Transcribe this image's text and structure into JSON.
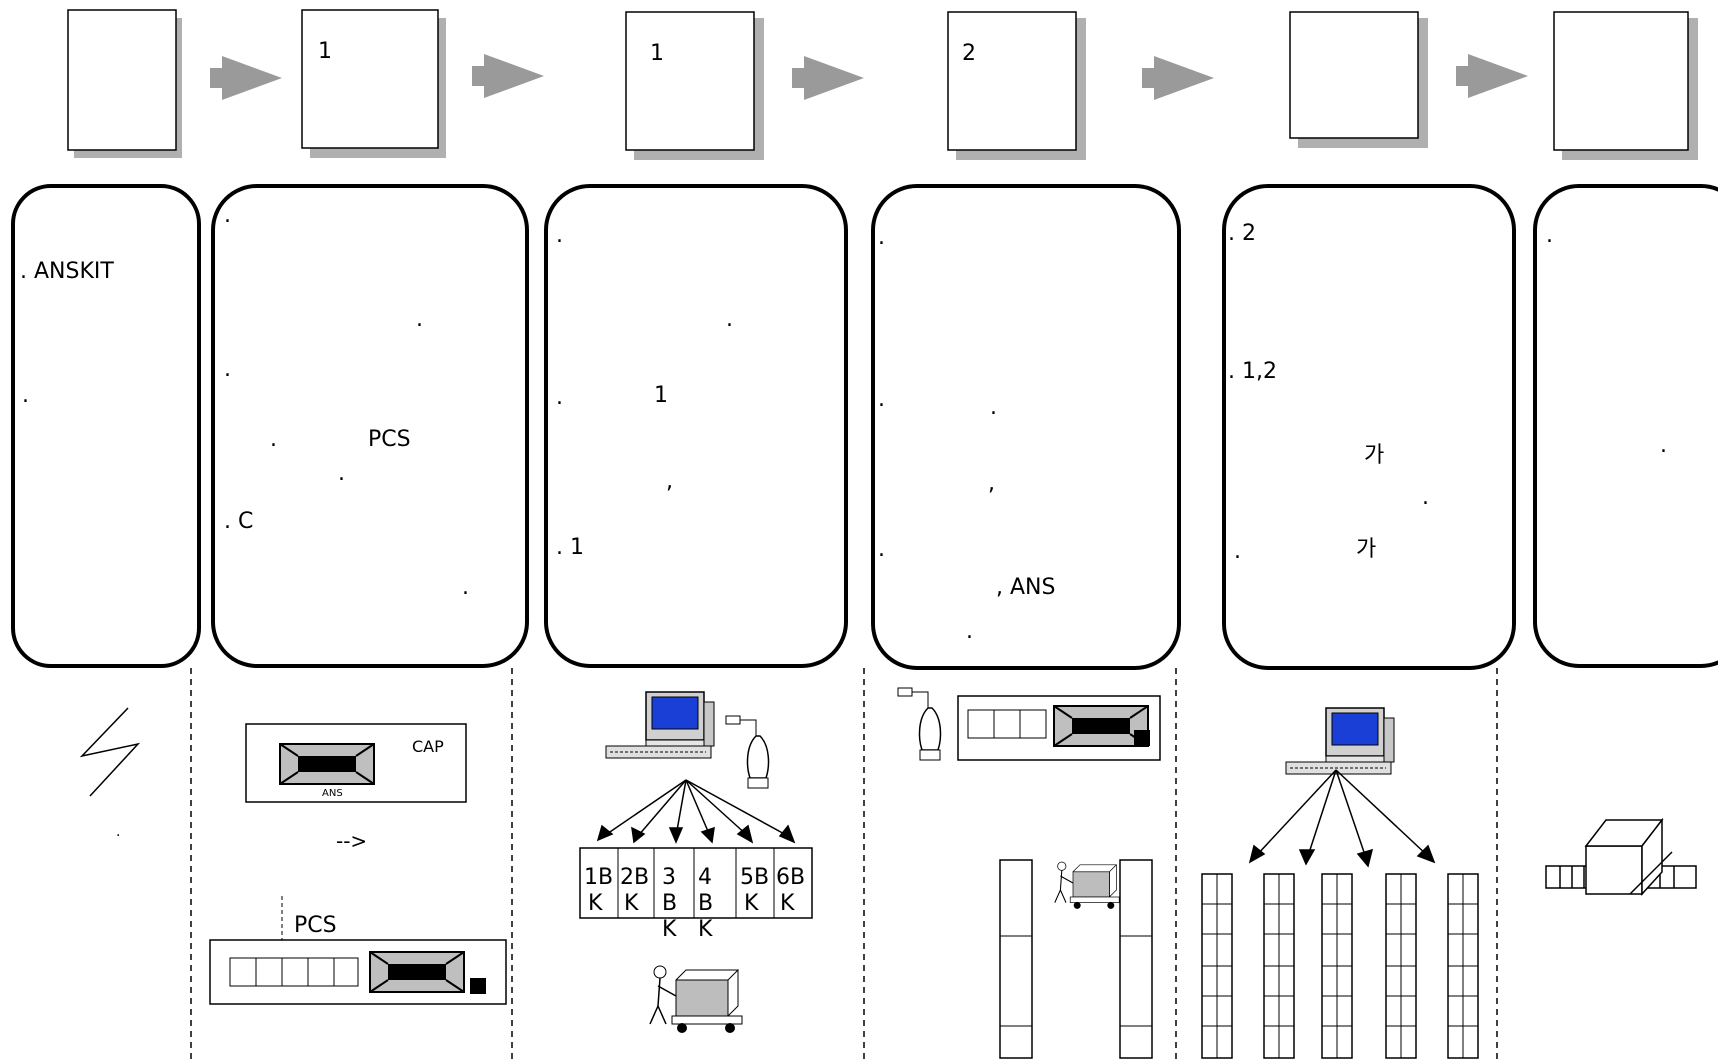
{
  "title": "",
  "steps": [
    {
      "box_label": "",
      "panel": {
        "t1": ".",
        "t2": ". ANSKIT",
        "t3": "."
      }
    },
    {
      "box_label": "1",
      "panel": {
        "t1": ".",
        "t2": ".",
        "t3": ".",
        "t4": ".",
        "t5": "PCS",
        "t6": ".",
        "t7": ". C",
        "t8": "."
      }
    },
    {
      "box_label": "1",
      "panel": {
        "t1": ".",
        "t2": ".",
        "t3": ".",
        "t4": "1",
        "t5": ",",
        "t6": ". 1"
      }
    },
    {
      "box_label": "2",
      "panel": {
        "t1": ".",
        "t2": ".",
        "t3": ".",
        "t4": ",",
        "t5": ".",
        "t6": ", ANS",
        "t7": "."
      }
    },
    {
      "box_label": "",
      "panel": {
        "t1": ". 2",
        "t2": ". 1,2",
        "t3": "가",
        "t4": ".",
        "t5": ".",
        "t6": "가"
      }
    },
    {
      "box_label": "",
      "panel": {
        "t1": ".",
        "t2": "."
      }
    }
  ],
  "illustrations": {
    "step1_dot": ".",
    "ans_small": "ANS",
    "cap": "CAP",
    "arrow_text": "-->",
    "pcs": "PCS",
    "bins": [
      {
        "top": "1B",
        "bot": "K",
        "extra": ""
      },
      {
        "top": "2B",
        "bot": "K",
        "extra": ""
      },
      {
        "top": "3",
        "bot": "B",
        "extra": "K"
      },
      {
        "top": "4",
        "bot": "B",
        "extra": "K"
      },
      {
        "top": "5B",
        "bot": "K",
        "extra": ""
      },
      {
        "top": "6B",
        "bot": "K",
        "extra": ""
      }
    ]
  },
  "colors": {
    "line": "#000000",
    "shadow": "#b0b0b0",
    "arrow": "#9a9a9a",
    "screen": "#1a3fd6",
    "device": "#bfbfbf"
  }
}
